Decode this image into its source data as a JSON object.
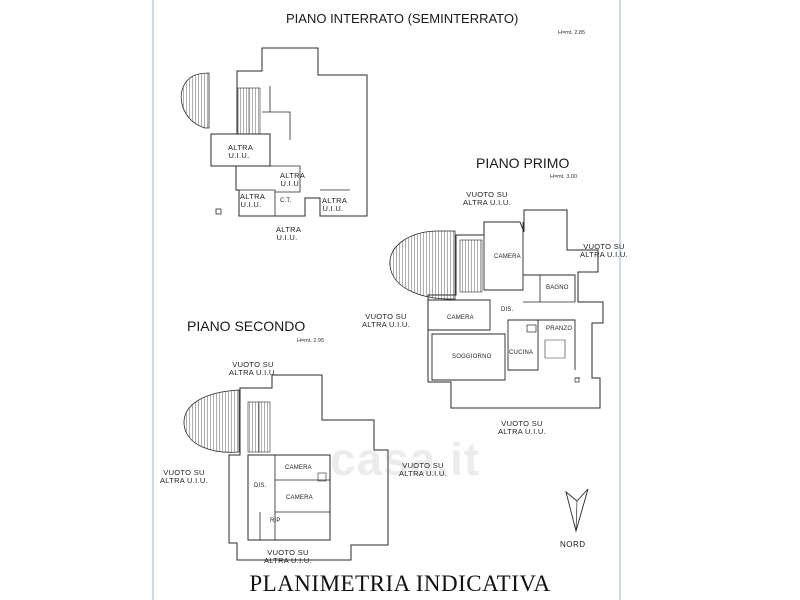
{
  "floors": {
    "interrato": {
      "title": "PIANO INTERRATO (SEMINTERRATO)",
      "height": "H=mt. 2.85"
    },
    "primo": {
      "title": "PIANO PRIMO",
      "height": "H=mt. 3.00"
    },
    "secondo": {
      "title": "PIANO SECONDO",
      "height": "H=mt. 2.95"
    }
  },
  "labels": {
    "altra_uiu": [
      "ALTRA",
      "U.I.U."
    ],
    "vuoto_su": "VUOTO SU",
    "altra_uiu_line": "ALTRA U.I.U.",
    "ct": "C.T."
  },
  "rooms": {
    "camera": "CAMERA",
    "bagno": "BAGNO",
    "dis": "DIS.",
    "pranzo": "PRANZO",
    "cucina": "CUCINA",
    "soggiorno": "SOGGIORNO",
    "rip": "RIP"
  },
  "compass": "NORD",
  "watermark": "casa.it",
  "footer": "PLANIMETRIA INDICATIVA",
  "colors": {
    "line": "#2a2a2a",
    "frame": "#7aa0c8"
  }
}
